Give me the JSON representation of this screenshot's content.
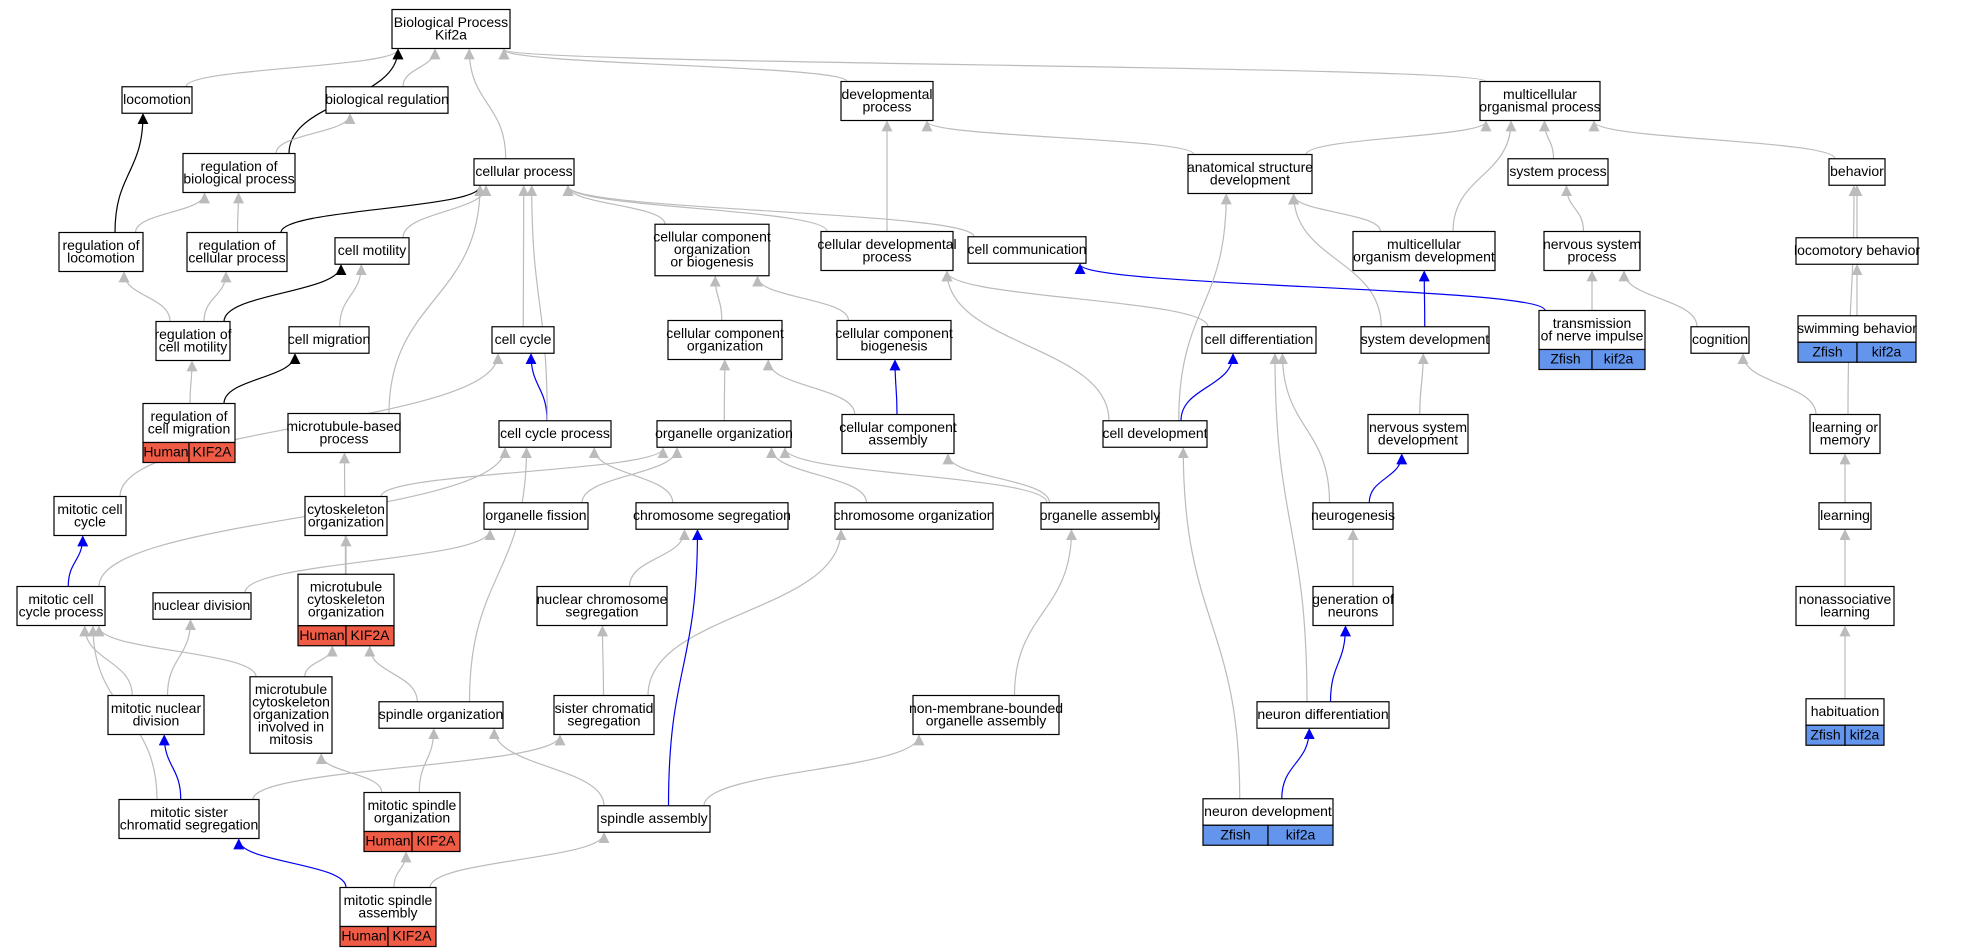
{
  "diagram": {
    "colors": {
      "gray": "#bbbbbb",
      "black": "#000000",
      "blue": "#0000ee",
      "human": "#ef5b45",
      "zfish": "#6495ed",
      "node_fill": "#ffffff",
      "node_stroke": "#000000"
    },
    "nodes": [
      {
        "id": "bp",
        "lines": [
          "Biological Process",
          "Kif2a"
        ]
      },
      {
        "id": "locomotion",
        "lines": [
          "locomotion"
        ]
      },
      {
        "id": "bioreg",
        "lines": [
          "biological regulation"
        ]
      },
      {
        "id": "devproc",
        "lines": [
          "developmental",
          "process"
        ]
      },
      {
        "id": "multiorg",
        "lines": [
          "multicellular",
          "organismal process"
        ]
      },
      {
        "id": "regbio",
        "lines": [
          "regulation of",
          "biological process"
        ]
      },
      {
        "id": "cellproc",
        "lines": [
          "cellular process"
        ]
      },
      {
        "id": "anatdev",
        "lines": [
          "anatomical structure",
          "development"
        ]
      },
      {
        "id": "sysproc",
        "lines": [
          "system process"
        ]
      },
      {
        "id": "behavior",
        "lines": [
          "behavior"
        ]
      },
      {
        "id": "regloc",
        "lines": [
          "regulation of",
          "locomotion"
        ]
      },
      {
        "id": "regcell",
        "lines": [
          "regulation of",
          "cellular process"
        ]
      },
      {
        "id": "cellmot",
        "lines": [
          "cell motility"
        ]
      },
      {
        "id": "ccob",
        "lines": [
          "cellular component",
          "organization",
          "or biogenesis"
        ]
      },
      {
        "id": "celldevproc",
        "lines": [
          "cellular developmental",
          "process"
        ]
      },
      {
        "id": "cellcomm",
        "lines": [
          "cell communication"
        ]
      },
      {
        "id": "multidev",
        "lines": [
          "multicellular",
          "organism development"
        ]
      },
      {
        "id": "nsproc",
        "lines": [
          "nervous system",
          "process"
        ]
      },
      {
        "id": "locbeh",
        "lines": [
          "locomotory behavior"
        ]
      },
      {
        "id": "regmot",
        "lines": [
          "regulation of",
          "cell motility"
        ]
      },
      {
        "id": "cellmig",
        "lines": [
          "cell migration"
        ]
      },
      {
        "id": "cellcycle",
        "lines": [
          "cell cycle"
        ]
      },
      {
        "id": "cco",
        "lines": [
          "cellular component",
          "organization"
        ]
      },
      {
        "id": "ccb",
        "lines": [
          "cellular component",
          "biogenesis"
        ]
      },
      {
        "id": "celldiff",
        "lines": [
          "cell differentiation"
        ]
      },
      {
        "id": "sysdev",
        "lines": [
          "system development"
        ]
      },
      {
        "id": "transnerve",
        "lines": [
          "transmission",
          "of nerve impulse"
        ],
        "tag": [
          "Zfish",
          "kif2a"
        ],
        "org": "zfish"
      },
      {
        "id": "cognition",
        "lines": [
          "cognition"
        ]
      },
      {
        "id": "swimbeh",
        "lines": [
          "swimming behavior"
        ],
        "tag": [
          "Zfish",
          "kif2a"
        ],
        "org": "zfish"
      },
      {
        "id": "regmig",
        "lines": [
          "regulation of",
          "cell migration"
        ],
        "tag": [
          "Human",
          "KIF2A"
        ],
        "org": "human"
      },
      {
        "id": "mtbased",
        "lines": [
          "microtubule-based",
          "process"
        ]
      },
      {
        "id": "ccproc",
        "lines": [
          "cell cycle process"
        ]
      },
      {
        "id": "orgorg",
        "lines": [
          "organelle organization"
        ]
      },
      {
        "id": "ccassembly",
        "lines": [
          "cellular component",
          "assembly"
        ]
      },
      {
        "id": "celldev",
        "lines": [
          "cell development"
        ]
      },
      {
        "id": "nsdev",
        "lines": [
          "nervous system",
          "development"
        ]
      },
      {
        "id": "learnmem",
        "lines": [
          "learning or",
          "memory"
        ]
      },
      {
        "id": "mitcc",
        "lines": [
          "mitotic cell",
          "cycle"
        ]
      },
      {
        "id": "cytoorg",
        "lines": [
          "cytoskeleton",
          "organization"
        ]
      },
      {
        "id": "orgfission",
        "lines": [
          "organelle fission"
        ]
      },
      {
        "id": "chromseg",
        "lines": [
          "chromosome segregation"
        ]
      },
      {
        "id": "chromorg",
        "lines": [
          "chromosome organization"
        ]
      },
      {
        "id": "orgassembly",
        "lines": [
          "organelle assembly"
        ]
      },
      {
        "id": "neurogenesis",
        "lines": [
          "neurogenesis"
        ]
      },
      {
        "id": "learning",
        "lines": [
          "learning"
        ]
      },
      {
        "id": "mitccproc",
        "lines": [
          "mitotic cell",
          "cycle process"
        ]
      },
      {
        "id": "nucdiv",
        "lines": [
          "nuclear division"
        ]
      },
      {
        "id": "mtcyto",
        "lines": [
          "microtubule",
          "cytoskeleton",
          "organization"
        ],
        "tag": [
          "Human",
          "KIF2A"
        ],
        "org": "human"
      },
      {
        "id": "nucchromseg",
        "lines": [
          "nuclear chromosome",
          "segregation"
        ]
      },
      {
        "id": "genneur",
        "lines": [
          "generation of",
          "neurons"
        ]
      },
      {
        "id": "nonassoc",
        "lines": [
          "nonassociative",
          "learning"
        ]
      },
      {
        "id": "mitnucdiv",
        "lines": [
          "mitotic nuclear",
          "division"
        ]
      },
      {
        "id": "mtcytomit",
        "lines": [
          "microtubule",
          "cytoskeleton",
          "organization",
          "involved in",
          "mitosis"
        ]
      },
      {
        "id": "spindleorg",
        "lines": [
          "spindle organization"
        ]
      },
      {
        "id": "sischromseg",
        "lines": [
          "sister chromatid",
          "segregation"
        ]
      },
      {
        "id": "nonmemb",
        "lines": [
          "non-membrane-bounded",
          "organelle assembly"
        ]
      },
      {
        "id": "neurdiff",
        "lines": [
          "neuron differentiation"
        ]
      },
      {
        "id": "habituation",
        "lines": [
          "habituation"
        ],
        "tag": [
          "Zfish",
          "kif2a"
        ],
        "org": "zfish"
      },
      {
        "id": "mitsischromseg",
        "lines": [
          "mitotic sister",
          "chromatid segregation"
        ]
      },
      {
        "id": "mitspindleorg",
        "lines": [
          "mitotic spindle",
          "organization"
        ],
        "tag": [
          "Human",
          "KIF2A"
        ],
        "org": "human"
      },
      {
        "id": "spindleassembly",
        "lines": [
          "spindle assembly"
        ]
      },
      {
        "id": "neurdev",
        "lines": [
          "neuron development"
        ],
        "tag": [
          "Zfish",
          "kif2a"
        ],
        "org": "zfish"
      },
      {
        "id": "mitspindleassembly",
        "lines": [
          "mitotic spindle",
          "assembly"
        ],
        "tag": [
          "Human",
          "KIF2A"
        ],
        "org": "human"
      }
    ],
    "edges": [
      {
        "from": "locomotion",
        "to": "bp",
        "color": "gray"
      },
      {
        "from": "bioreg",
        "to": "bp",
        "color": "gray"
      },
      {
        "from": "devproc",
        "to": "bp",
        "color": "gray"
      },
      {
        "from": "multiorg",
        "to": "bp",
        "color": "gray"
      },
      {
        "from": "regbio",
        "to": "bp",
        "color": "black"
      },
      {
        "from": "regbio",
        "to": "bioreg",
        "color": "gray"
      },
      {
        "from": "cellproc",
        "to": "bp",
        "color": "gray"
      },
      {
        "from": "anatdev",
        "to": "devproc",
        "color": "gray"
      },
      {
        "from": "anatdev",
        "to": "multiorg",
        "color": "gray"
      },
      {
        "from": "sysproc",
        "to": "multiorg",
        "color": "gray"
      },
      {
        "from": "behavior",
        "to": "multiorg",
        "color": "gray"
      },
      {
        "from": "regloc",
        "to": "locomotion",
        "color": "black"
      },
      {
        "from": "regloc",
        "to": "regbio",
        "color": "gray"
      },
      {
        "from": "regcell",
        "to": "regbio",
        "color": "gray"
      },
      {
        "from": "regcell",
        "to": "cellproc",
        "color": "black"
      },
      {
        "from": "cellmot",
        "to": "cellproc",
        "color": "gray"
      },
      {
        "from": "ccob",
        "to": "cellproc",
        "color": "gray"
      },
      {
        "from": "celldevproc",
        "to": "cellproc",
        "color": "gray"
      },
      {
        "from": "celldevproc",
        "to": "devproc",
        "color": "gray"
      },
      {
        "from": "cellcomm",
        "to": "cellproc",
        "color": "gray"
      },
      {
        "from": "multidev",
        "to": "anatdev",
        "color": "gray"
      },
      {
        "from": "multidev",
        "to": "multiorg",
        "color": "gray"
      },
      {
        "from": "nsproc",
        "to": "sysproc",
        "color": "gray"
      },
      {
        "from": "locbeh",
        "to": "behavior",
        "color": "gray"
      },
      {
        "from": "regmot",
        "to": "regloc",
        "color": "gray"
      },
      {
        "from": "regmot",
        "to": "regcell",
        "color": "gray"
      },
      {
        "from": "regmot",
        "to": "cellmot",
        "color": "black"
      },
      {
        "from": "cellmig",
        "to": "cellmot",
        "color": "gray"
      },
      {
        "from": "cellcycle",
        "to": "cellproc",
        "color": "gray"
      },
      {
        "from": "cco",
        "to": "ccob",
        "color": "gray"
      },
      {
        "from": "ccb",
        "to": "ccob",
        "color": "gray"
      },
      {
        "from": "celldiff",
        "to": "celldevproc",
        "color": "gray"
      },
      {
        "from": "sysdev",
        "to": "multidev",
        "color": "blue"
      },
      {
        "from": "sysdev",
        "to": "anatdev",
        "color": "gray"
      },
      {
        "from": "transnerve",
        "to": "cellcomm",
        "color": "blue"
      },
      {
        "from": "transnerve",
        "to": "nsproc",
        "color": "gray"
      },
      {
        "from": "cognition",
        "to": "nsproc",
        "color": "gray"
      },
      {
        "from": "swimbeh",
        "to": "locbeh",
        "color": "gray"
      },
      {
        "from": "regmig",
        "to": "regmot",
        "color": "gray"
      },
      {
        "from": "regmig",
        "to": "cellmig",
        "color": "black"
      },
      {
        "from": "mtbased",
        "to": "cellproc",
        "color": "gray"
      },
      {
        "from": "ccproc",
        "to": "cellcycle",
        "color": "blue"
      },
      {
        "from": "ccproc",
        "to": "cellproc",
        "color": "gray"
      },
      {
        "from": "orgorg",
        "to": "cco",
        "color": "gray"
      },
      {
        "from": "ccassembly",
        "to": "cco",
        "color": "gray"
      },
      {
        "from": "ccassembly",
        "to": "ccb",
        "color": "blue"
      },
      {
        "from": "celldev",
        "to": "celldiff",
        "color": "blue"
      },
      {
        "from": "celldev",
        "to": "celldevproc",
        "color": "gray"
      },
      {
        "from": "celldev",
        "to": "anatdev",
        "color": "gray"
      },
      {
        "from": "nsdev",
        "to": "sysdev",
        "color": "gray"
      },
      {
        "from": "learnmem",
        "to": "cognition",
        "color": "gray"
      },
      {
        "from": "learnmem",
        "to": "behavior",
        "color": "gray"
      },
      {
        "from": "mitcc",
        "to": "cellcycle",
        "color": "gray"
      },
      {
        "from": "cytoorg",
        "to": "orgorg",
        "color": "gray"
      },
      {
        "from": "orgfission",
        "to": "orgorg",
        "color": "gray"
      },
      {
        "from": "chromseg",
        "to": "ccproc",
        "color": "gray"
      },
      {
        "from": "chromorg",
        "to": "orgorg",
        "color": "gray"
      },
      {
        "from": "orgassembly",
        "to": "orgorg",
        "color": "gray"
      },
      {
        "from": "orgassembly",
        "to": "ccassembly",
        "color": "gray"
      },
      {
        "from": "neurogenesis",
        "to": "nsdev",
        "color": "blue"
      },
      {
        "from": "neurogenesis",
        "to": "celldiff",
        "color": "gray"
      },
      {
        "from": "learning",
        "to": "learnmem",
        "color": "gray"
      },
      {
        "from": "mitccproc",
        "to": "mitcc",
        "color": "blue"
      },
      {
        "from": "mitccproc",
        "to": "ccproc",
        "color": "gray"
      },
      {
        "from": "nucdiv",
        "to": "orgfission",
        "color": "gray"
      },
      {
        "from": "mtcyto",
        "to": "cytoorg",
        "color": "gray"
      },
      {
        "from": "mtcyto",
        "to": "mtbased",
        "color": "gray"
      },
      {
        "from": "nucchromseg",
        "to": "chromseg",
        "color": "gray"
      },
      {
        "from": "genneur",
        "to": "neurogenesis",
        "color": "gray"
      },
      {
        "from": "nonassoc",
        "to": "learning",
        "color": "gray"
      },
      {
        "from": "mitnucdiv",
        "to": "nucdiv",
        "color": "gray"
      },
      {
        "from": "mitnucdiv",
        "to": "mitccproc",
        "color": "gray"
      },
      {
        "from": "mtcytomit",
        "to": "mtcyto",
        "color": "gray"
      },
      {
        "from": "mtcytomit",
        "to": "mitccproc",
        "color": "gray"
      },
      {
        "from": "spindleorg",
        "to": "mtcyto",
        "color": "gray"
      },
      {
        "from": "spindleorg",
        "to": "ccproc",
        "color": "gray"
      },
      {
        "from": "sischromseg",
        "to": "nucchromseg",
        "color": "gray"
      },
      {
        "from": "sischromseg",
        "to": "chromorg",
        "color": "gray"
      },
      {
        "from": "nonmemb",
        "to": "orgassembly",
        "color": "gray"
      },
      {
        "from": "neurdiff",
        "to": "genneur",
        "color": "blue"
      },
      {
        "from": "neurdiff",
        "to": "celldiff",
        "color": "gray"
      },
      {
        "from": "habituation",
        "to": "nonassoc",
        "color": "gray"
      },
      {
        "from": "mitsischromseg",
        "to": "mitnucdiv",
        "color": "blue"
      },
      {
        "from": "mitsischromseg",
        "to": "mitccproc",
        "color": "gray"
      },
      {
        "from": "mitsischromseg",
        "to": "sischromseg",
        "color": "gray"
      },
      {
        "from": "mitspindleorg",
        "to": "mtcytomit",
        "color": "gray"
      },
      {
        "from": "mitspindleorg",
        "to": "spindleorg",
        "color": "gray"
      },
      {
        "from": "spindleassembly",
        "to": "spindleorg",
        "color": "gray"
      },
      {
        "from": "spindleassembly",
        "to": "chromseg",
        "color": "blue"
      },
      {
        "from": "spindleassembly",
        "to": "nonmemb",
        "color": "gray"
      },
      {
        "from": "neurdev",
        "to": "neurdiff",
        "color": "blue"
      },
      {
        "from": "neurdev",
        "to": "celldev",
        "color": "gray"
      },
      {
        "from": "mitspindleassembly",
        "to": "mitsischromseg",
        "color": "blue"
      },
      {
        "from": "mitspindleassembly",
        "to": "mitspindleorg",
        "color": "gray"
      },
      {
        "from": "mitspindleassembly",
        "to": "spindleassembly",
        "color": "gray"
      }
    ]
  }
}
